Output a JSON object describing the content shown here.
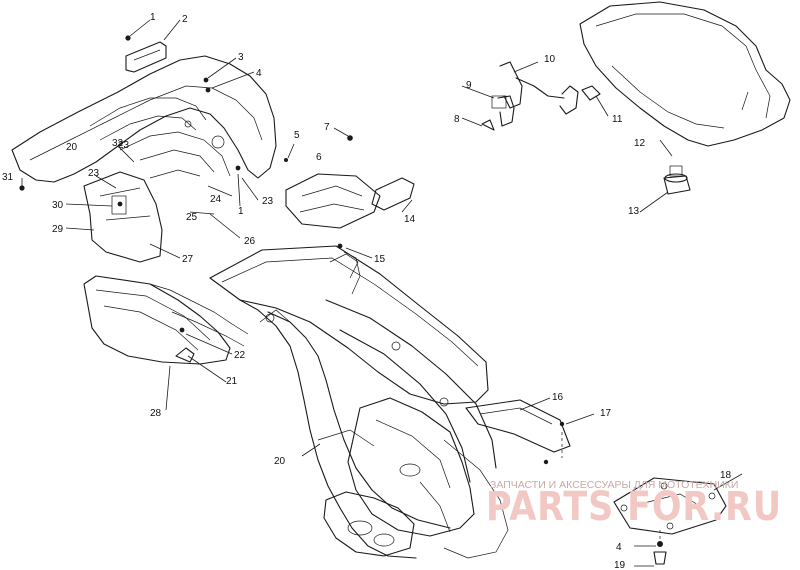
{
  "callouts": [
    "1",
    "2",
    "3",
    "4",
    "5",
    "6",
    "7",
    "8",
    "9",
    "10",
    "11",
    "12",
    "13",
    "14",
    "15",
    "16",
    "17",
    "18",
    "19",
    "20",
    "21",
    "22",
    "23",
    "24",
    "25",
    "26",
    "27",
    "28",
    "29",
    "30",
    "31",
    "32",
    "1",
    "4",
    "20",
    "23",
    "23"
  ],
  "watermark": {
    "tagline": "ЗАПЧАСТИ И АКСЕССУАРЫ ДЛЯ МОТОТЕХНИКИ",
    "logo": "PARTS FOR.RU",
    "color": "#f2c8c4"
  }
}
